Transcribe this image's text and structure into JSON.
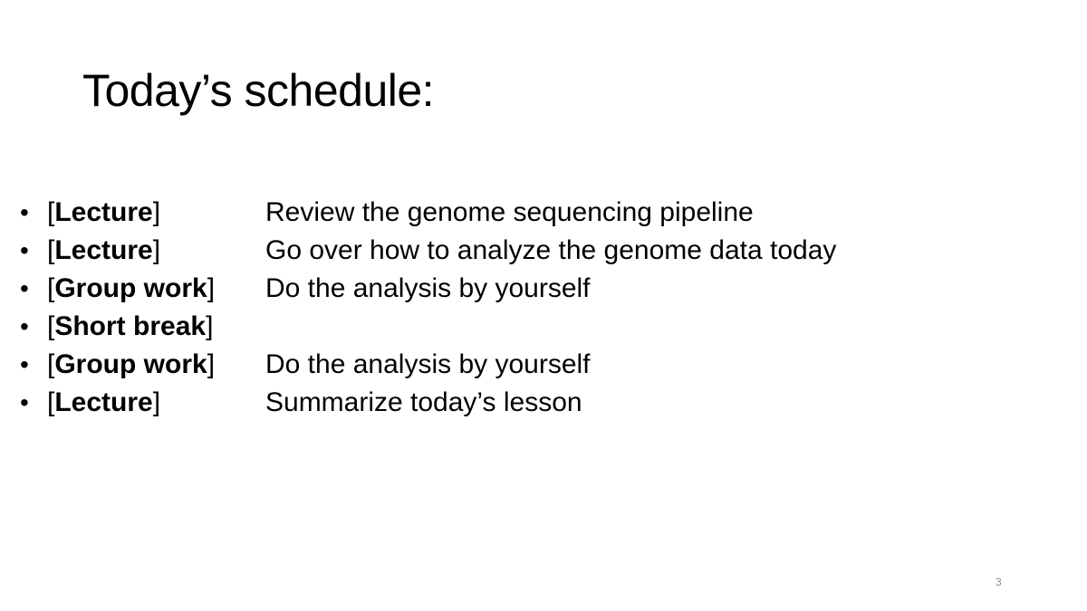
{
  "slide": {
    "title": "Today’s schedule:",
    "page_number": "3",
    "items": [
      {
        "bracket_open": "[",
        "type": "Lecture",
        "bracket_close": "]",
        "description": "Review the genome sequencing pipeline"
      },
      {
        "bracket_open": "[",
        "type": "Lecture",
        "bracket_close": "]",
        "description": "Go over how to analyze the genome data today"
      },
      {
        "bracket_open": "[",
        "type": "Group work",
        "bracket_close": "]",
        "description": "Do the analysis by yourself"
      },
      {
        "bracket_open": "[",
        "type": "Short break",
        "bracket_close": "]",
        "description": ""
      },
      {
        "bracket_open": "[",
        "type": "Group work",
        "bracket_close": "]",
        "description": "Do the analysis by yourself"
      },
      {
        "bracket_open": "[",
        "type": "Lecture",
        "bracket_close": "]",
        "description": "Summarize today’s lesson"
      }
    ]
  }
}
